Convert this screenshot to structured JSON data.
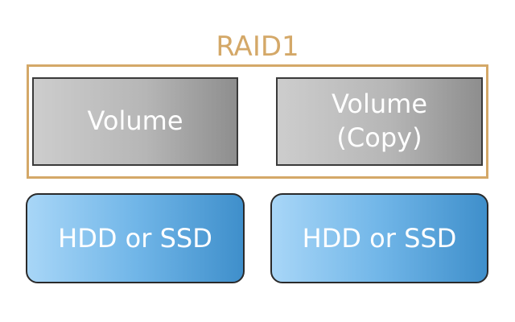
{
  "diagram": {
    "title": "RAID1",
    "volumes": [
      {
        "line1": "Volume",
        "line2": ""
      },
      {
        "line1": "Volume",
        "line2": "(Copy)"
      }
    ],
    "disks": [
      {
        "label": "HDD or SSD"
      },
      {
        "label": "HDD or SSD"
      }
    ],
    "colors": {
      "raid_accent": "#d4a868",
      "volume_fill": "#b6b6b6",
      "disk_fill": "#71b6e8",
      "border": "#2a2a2a",
      "label_text": "#ffffff"
    }
  }
}
